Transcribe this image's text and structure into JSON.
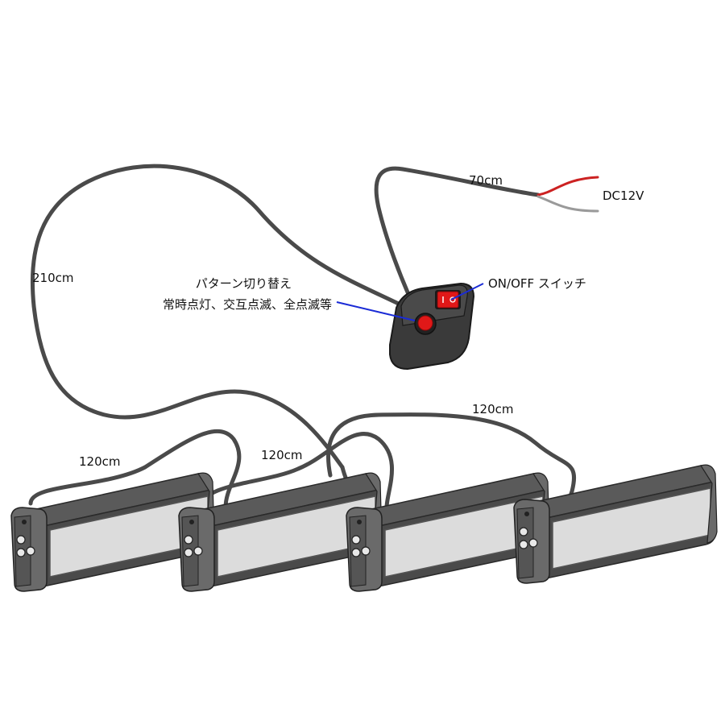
{
  "labels": {
    "cable_main": "210cm",
    "cable_power": "70cm",
    "cable_link_1": "120cm",
    "cable_link_2": "120cm",
    "cable_link_3": "120cm",
    "power": "DC12V",
    "switch": "ON/OFF スイッチ",
    "pattern_line1": "パターン切り替え",
    "pattern_line2": "常時点灯、交互点滅、全点滅等"
  },
  "colors": {
    "cable": "#4a4a4a",
    "wire_positive": "#cc2222",
    "wire_negative": "#9a9a9a",
    "callout_line": "#1a2bd6",
    "switch_red": "#e01818",
    "housing_dark": "#3a3a3a",
    "lens": "#d9d9d9"
  },
  "lightbars": [
    {
      "id": 1
    },
    {
      "id": 2
    },
    {
      "id": 3
    },
    {
      "id": 4
    }
  ]
}
